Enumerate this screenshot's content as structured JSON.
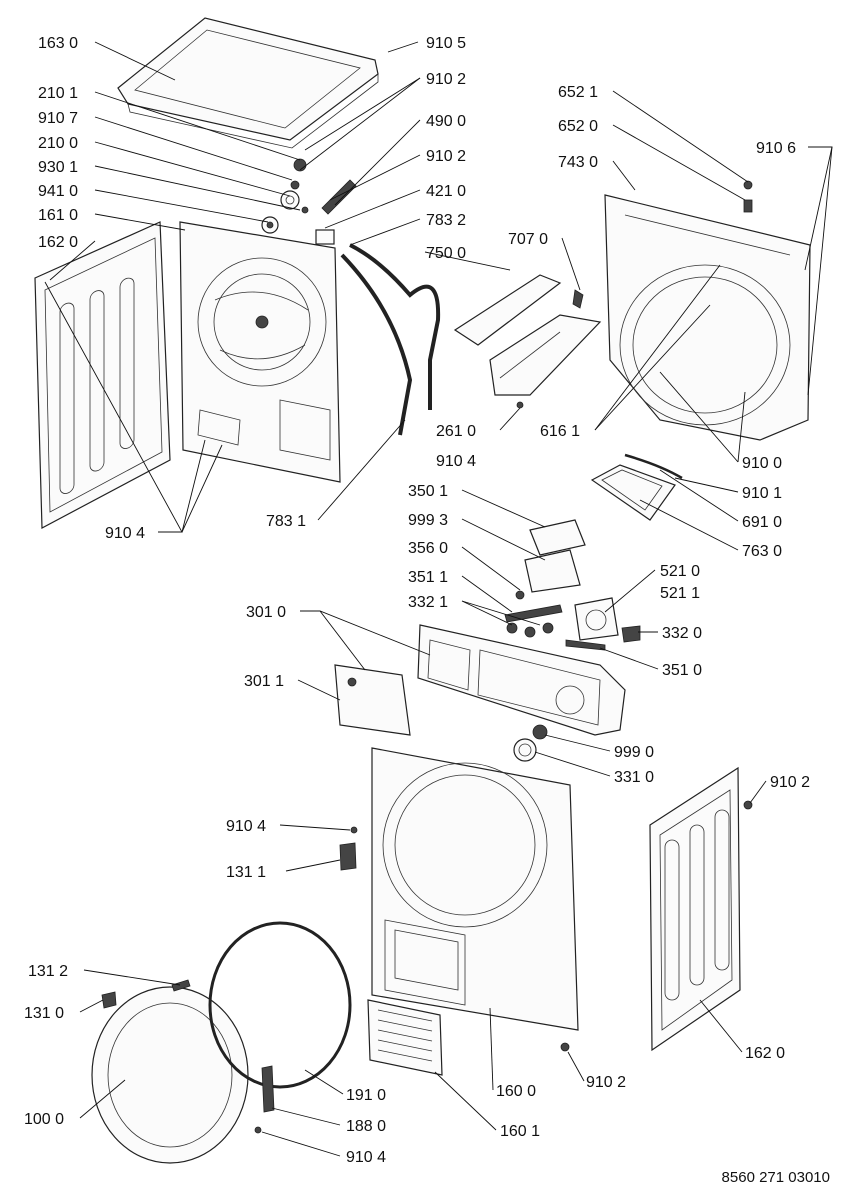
{
  "document_number": "8560 271 03010",
  "callouts": {
    "c1630": "163 0",
    "c9105": "910 5",
    "c2101": "210 1",
    "c9102_top": "910 2",
    "c9107": "910 7",
    "c4900": "490 0",
    "c2100": "210 0",
    "c9102_mid": "910 2",
    "c9301": "930 1",
    "c4210": "421 0",
    "c9410": "941 0",
    "c7832": "783 2",
    "c1610": "161 0",
    "c1620_left": "162 0",
    "c7500": "750 0",
    "c7070": "707 0",
    "c6521": "652 1",
    "c6520": "652 0",
    "c7430": "743 0",
    "c9106": "910 6",
    "c2610": "261 0",
    "c9104_duct": "910 4",
    "c6161": "616 1",
    "c9100": "910 0",
    "c9101": "910 1",
    "c6910": "691 0",
    "c7630": "763 0",
    "c9104_left": "910 4",
    "c7831": "783 1",
    "c3501": "350 1",
    "c9993": "999 3",
    "c3560": "356 0",
    "c3511": "351 1",
    "c3321": "332 1",
    "c5210": "521 0",
    "c5211": "521 1",
    "c3320": "332 0",
    "c3510": "351 0",
    "c3010": "301 0",
    "c3011": "301 1",
    "c9990": "999 0",
    "c3310": "331 0",
    "c9102_right": "910 2",
    "c9104_mid": "910 4",
    "c1311": "131 1",
    "c1312": "131 2",
    "c1310": "131 0",
    "c1000": "100 0",
    "c1910": "191 0",
    "c1880": "188 0",
    "c9104_bottom": "910 4",
    "c1600": "160 0",
    "c1601": "160 1",
    "c9102_bottom": "910 2",
    "c1620_right": "162 0"
  }
}
